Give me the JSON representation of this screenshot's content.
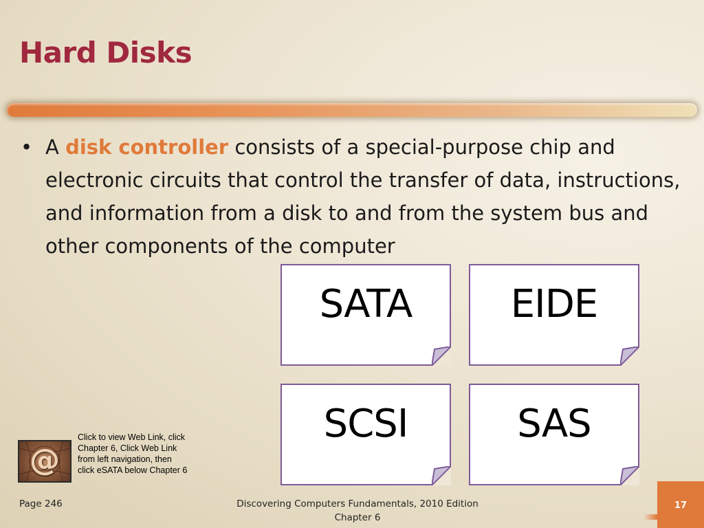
{
  "slide": {
    "title": "Hard Disks",
    "bullet": {
      "marker": "•",
      "prefix": "A ",
      "highlight": "disk controller",
      "rest": " consists of a special-purpose chip and electronic circuits that control the transfer of data, instructions, and information from a disk to and from the system bus and other components of the computer"
    },
    "cards": [
      "SATA",
      "EIDE",
      "SCSI",
      "SAS"
    ],
    "weblink": {
      "icon_glyph": "@",
      "text": "Click to view Web Link, click Chapter 6, Click Web Link from left navigation, then click eSATA below Chapter 6"
    },
    "footer": {
      "page_ref": "Page 246",
      "line1": "Discovering Computers Fundamentals, 2010 Edition",
      "line2": "Chapter 6",
      "slide_number": "17"
    },
    "colors": {
      "title": "#a0283f",
      "accent": "#e07a3a",
      "card_border": "#7e5a98",
      "fold": "#c9bfd8"
    }
  }
}
